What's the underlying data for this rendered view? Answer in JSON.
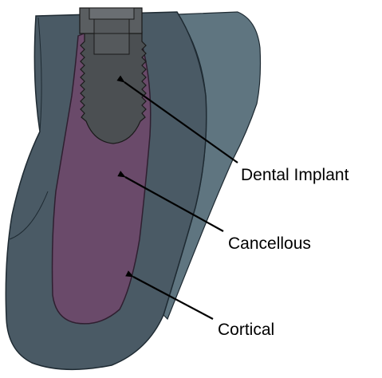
{
  "figure": {
    "labels": {
      "implant": "Dental Implant",
      "cancellous": "Cancellous",
      "cortical": "Cortical"
    },
    "colors": {
      "cortical_fill": "#4a5a65",
      "cortical_outline": "#1e2a32",
      "cortical_back_face": "#5f7580",
      "cancellous_fill": "#6a4a6a",
      "cancellous_outline": "#2f1f30",
      "implant_body": "#4b4f52",
      "implant_collar": "#5a5e61",
      "implant_outline": "#1a1a1a",
      "arrow": "#000000",
      "text": "#000000"
    }
  }
}
